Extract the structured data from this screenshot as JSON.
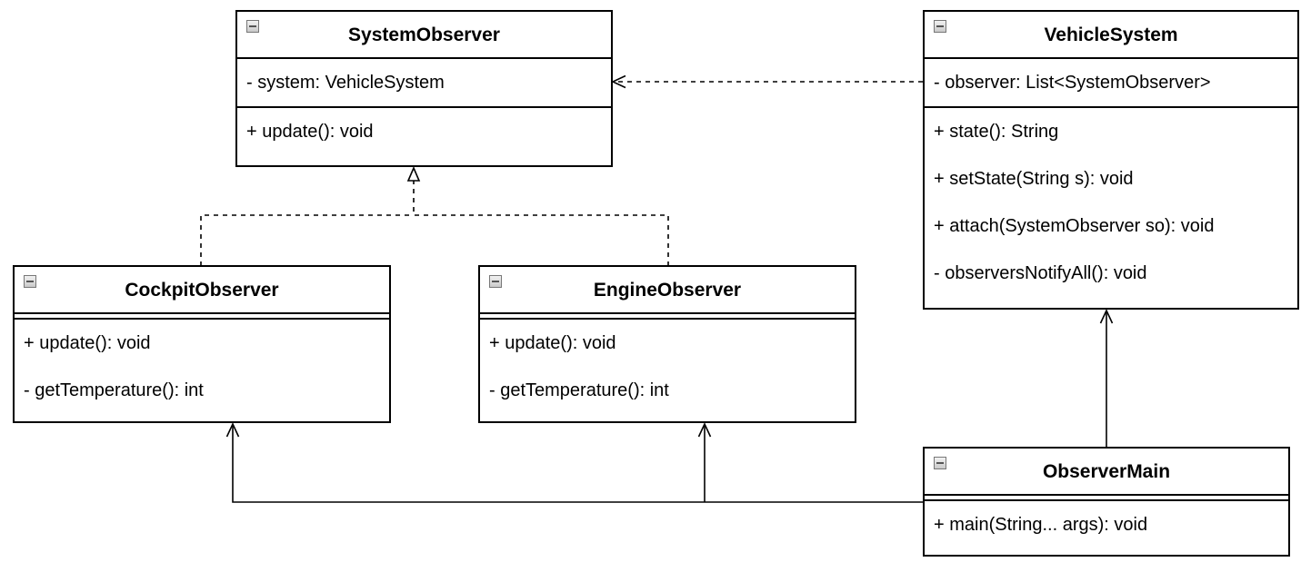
{
  "diagram": {
    "classes": [
      {
        "id": "system-observer",
        "name": "SystemObserver",
        "attributes": [
          "- system: VehicleSystem"
        ],
        "operations": [
          "+ update(): void"
        ]
      },
      {
        "id": "vehicle-system",
        "name": "VehicleSystem",
        "attributes": [
          "- observer: List<SystemObserver>"
        ],
        "operations": [
          "+ state(): String",
          "+ setState(String s): void",
          "+ attach(SystemObserver so): void",
          "- observersNotifyAll(): void"
        ]
      },
      {
        "id": "cockpit-observer",
        "name": "CockpitObserver",
        "attributes": [],
        "operations": [
          "+ update(): void",
          "- getTemperature(): int"
        ]
      },
      {
        "id": "engine-observer",
        "name": "EngineObserver",
        "attributes": [],
        "operations": [
          "+ update(): void",
          "- getTemperature(): int"
        ]
      },
      {
        "id": "observer-main",
        "name": "ObserverMain",
        "attributes": [],
        "operations": [
          "+ main(String... args): void"
        ]
      }
    ],
    "relationships": [
      {
        "type": "dependency",
        "from": "VehicleSystem",
        "to": "SystemObserver"
      },
      {
        "type": "realization",
        "from": "CockpitObserver",
        "to": "SystemObserver"
      },
      {
        "type": "realization",
        "from": "EngineObserver",
        "to": "SystemObserver"
      },
      {
        "type": "association",
        "from": "ObserverMain",
        "to": "VehicleSystem"
      },
      {
        "type": "association",
        "from": "ObserverMain",
        "to": "CockpitObserver"
      },
      {
        "type": "association",
        "from": "ObserverMain",
        "to": "EngineObserver"
      }
    ],
    "colors": {
      "line": "#000000",
      "background": "#ffffff"
    }
  }
}
